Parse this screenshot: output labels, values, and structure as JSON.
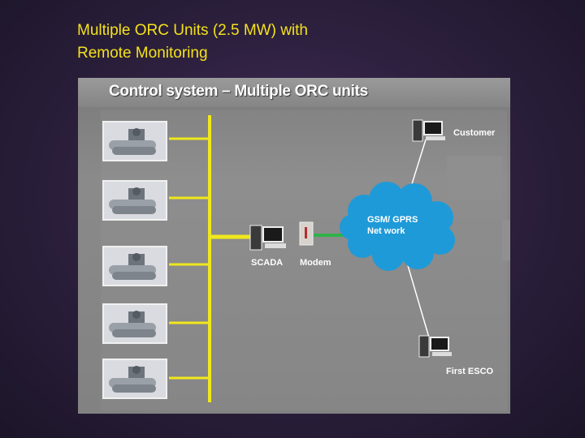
{
  "slide": {
    "title_line1": "Multiple ORC Units (2.5 MW) with",
    "title_line2": "Remote Monitoring"
  },
  "diagram": {
    "title": "Control system – Multiple ORC units",
    "labels": {
      "scada": "SCADA",
      "modem": "Modem",
      "network": "GSM/ GPRS Net work",
      "network_line1": "GSM/ GPRS",
      "network_line2": "Net work",
      "customer": "Customer",
      "first_esco": "First ESCO"
    },
    "orc_unit_count": 5,
    "colors": {
      "bus": "#f0e81c",
      "modem_link": "#2fb34a",
      "cloud": "#1f9ad8",
      "wan_link": "#ffffff",
      "title_text": "#f4e21a"
    }
  }
}
